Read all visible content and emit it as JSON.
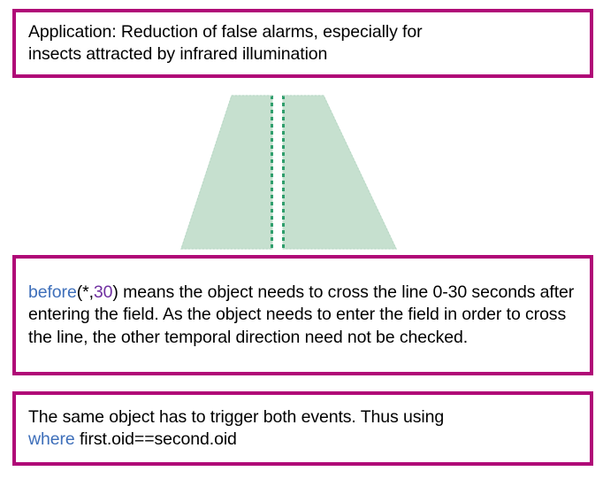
{
  "slide": {
    "background_color": "#ffffff",
    "accent_border_color": "#b00877",
    "keyword_blue": "#3e6fba",
    "keyword_purple": "#7030a0"
  },
  "boxes": {
    "application": {
      "line1": "Application: Reduction of false alarms, especially for",
      "line2": "insects attracted by infrared illumination"
    },
    "before": {
      "keyword": "before",
      "open_paren": "(*,",
      "number": "30",
      "close_paren": ")",
      "rest": " means the object needs to cross the line 0-30 seconds after entering the field. As the object needs to enter the field in order to cross the line, the other temporal direction need not be checked."
    },
    "where": {
      "line1": "The same object has to trigger both events. Thus using",
      "keyword": "where",
      "expression": "first.oid==second.oid"
    }
  },
  "diagram": {
    "name": "field-of-view-split-by-line",
    "fill_color": "#c6e0cf",
    "dash_color": "#2f9e6c",
    "outline_color": "#c6e0cf",
    "left_region_name": "field-left-half",
    "right_region_name": "field-right-half",
    "divider_name": "crossing-line"
  }
}
